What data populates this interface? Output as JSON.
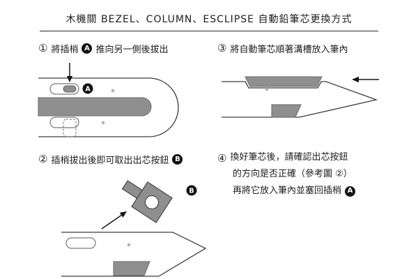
{
  "title": "木機關 BEZEL、COLUMN、ESCLIPSE 自動鉛筆芯更換方式",
  "badges": {
    "a": "A",
    "b": "B"
  },
  "steps": {
    "step1": {
      "num": "①",
      "pre": "將插梢",
      "post": "推向另一側後拔出"
    },
    "step2": {
      "num": "②",
      "text": "插梢拔出後即可取出出芯按鈕"
    },
    "step3": {
      "num": "③",
      "text": "將自動筆芯順著溝槽放入筆內"
    },
    "step4": {
      "num": "④",
      "line1": "換好筆芯後，請確認出芯按鈕",
      "line2": "的方向是否正確（參考圖 ②）",
      "line3": "再將它放入筆內並塞回插梢"
    }
  },
  "colors": {
    "part_gray": "#8f8f8f",
    "outline": "#3d3d3d",
    "dot_gray": "#b3b3b3"
  }
}
